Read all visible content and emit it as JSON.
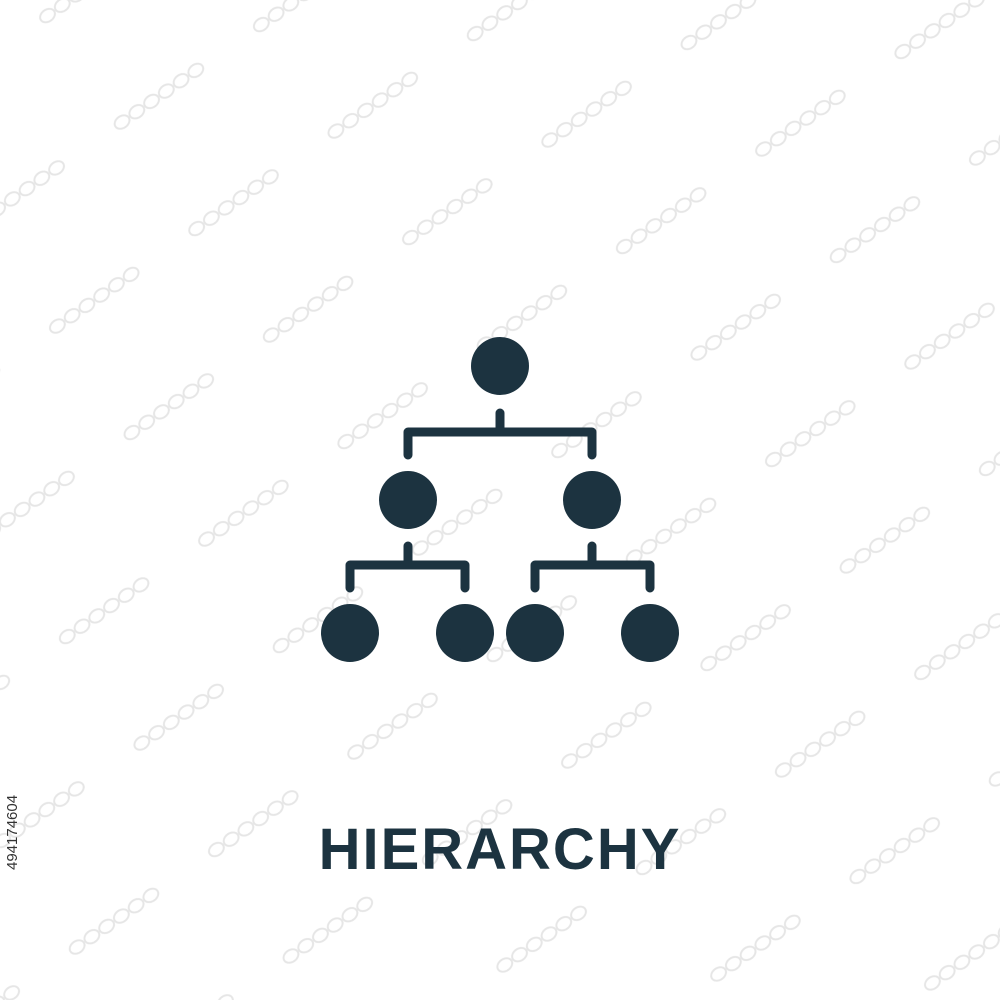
{
  "icon": {
    "name": "hierarchy-icon",
    "color": "#1c3340"
  },
  "caption": {
    "text": "HIERARCHY",
    "color": "#1c3340"
  },
  "stock_id": {
    "text": "494174604"
  },
  "watermark": {
    "name": "stock-watermark-pattern",
    "color": "#e4e4e4"
  }
}
